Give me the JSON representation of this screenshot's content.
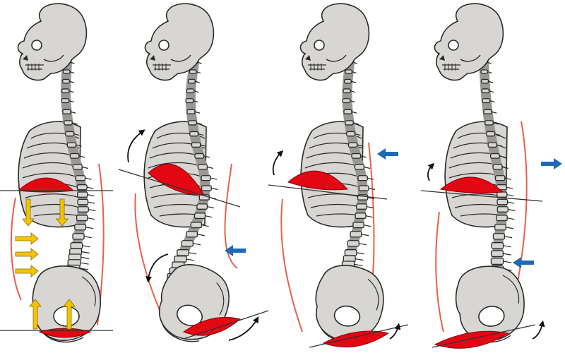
{
  "figure": {
    "panel_count": 4,
    "colors": {
      "bone_fill": "#d8d6d2",
      "bone_stroke": "#2a2a2a",
      "diaphragm": "#e30613",
      "muscle_line": "#e8604c",
      "pressure_arrow": "#f5c400",
      "force_arrow": "#1e6ab4",
      "rotation_arrow": "#111111",
      "axis_line": "#333333"
    },
    "icons": {
      "pressure": "up-down-inward-arrows",
      "force": "horizontal-push-arrow",
      "rotation": "curved-rotation-arrow"
    }
  },
  "panels": [
    {
      "id": 1,
      "pelvic_tilt": "neutral",
      "pressure_arrows": 7,
      "force_arrows": [],
      "rotation_arrows": 0
    },
    {
      "id": 2,
      "pelvic_tilt": "anterior",
      "pressure_arrows": 0,
      "force_arrows": [
        "pointing-left"
      ],
      "rotation_arrows": 3
    },
    {
      "id": 3,
      "pelvic_tilt": "slight-anterior",
      "pressure_arrows": 0,
      "force_arrows": [
        "pointing-left"
      ],
      "rotation_arrows": 2
    },
    {
      "id": 4,
      "pelvic_tilt": "posterior",
      "pressure_arrows": 0,
      "force_arrows": [
        "pointing-right",
        "pointing-left"
      ],
      "rotation_arrows": 2
    }
  ]
}
